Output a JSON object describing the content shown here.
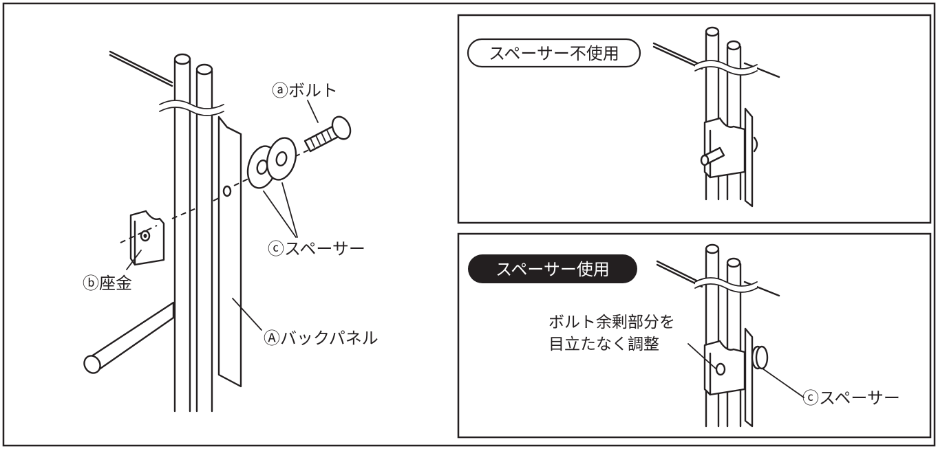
{
  "main_diagram": {
    "labels": {
      "bolt": "ⓐボルト",
      "washer": "ⓑ座金",
      "spacer": "ⓒスペーサー",
      "back_panel": "Ⓐバックパネル"
    }
  },
  "panel_without_spacer": {
    "title": "スペーサー不使用"
  },
  "panel_with_spacer": {
    "title": "スペーサー使用",
    "note_line1": "ボルト余剰部分を",
    "note_line2": "目立たなく調整",
    "spacer_label": "ⓒスペーサー"
  },
  "colors": {
    "ink": "#231f20",
    "paper": "#ffffff"
  }
}
